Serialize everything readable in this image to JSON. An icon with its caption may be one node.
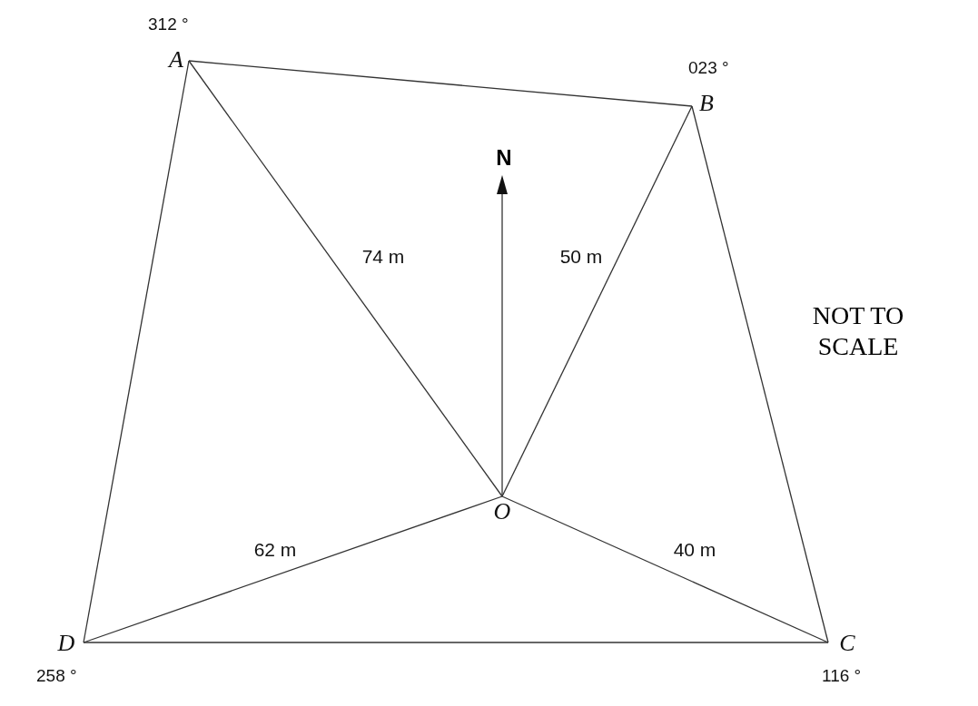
{
  "diagram": {
    "nodes": [
      {
        "text": [
          "A"
        ],
        "beside": [
          "312 °"
        ]
      },
      {
        "text": [
          "B"
        ],
        "beside": [
          "023 °"
        ]
      },
      {
        "text": [
          "O"
        ]
      },
      {
        "text": [
          "D"
        ],
        "beside": [
          "258 °"
        ]
      },
      {
        "text": [
          "C"
        ],
        "beside": [
          "116 °"
        ]
      }
    ],
    "edges": [
      {
        "from": 0,
        "to": 1,
        "arrow": "none"
      },
      {
        "from": 1,
        "to": 4,
        "arrow": "none"
      },
      {
        "from": 4,
        "to": 3,
        "arrow": "none"
      },
      {
        "from": 3,
        "to": 0,
        "arrow": "none"
      },
      {
        "from": 2,
        "to": 0,
        "arrow": "none",
        "label": "74 m"
      },
      {
        "from": 2,
        "to": 1,
        "arrow": "none",
        "label": "50 m"
      },
      {
        "from": 2,
        "to": 3,
        "arrow": "none",
        "label": "62 m"
      },
      {
        "from": 2,
        "to": 4,
        "arrow": "none",
        "label": "40 m"
      }
    ],
    "labels": [
      "N",
      "NOT TO SCALE"
    ]
  }
}
